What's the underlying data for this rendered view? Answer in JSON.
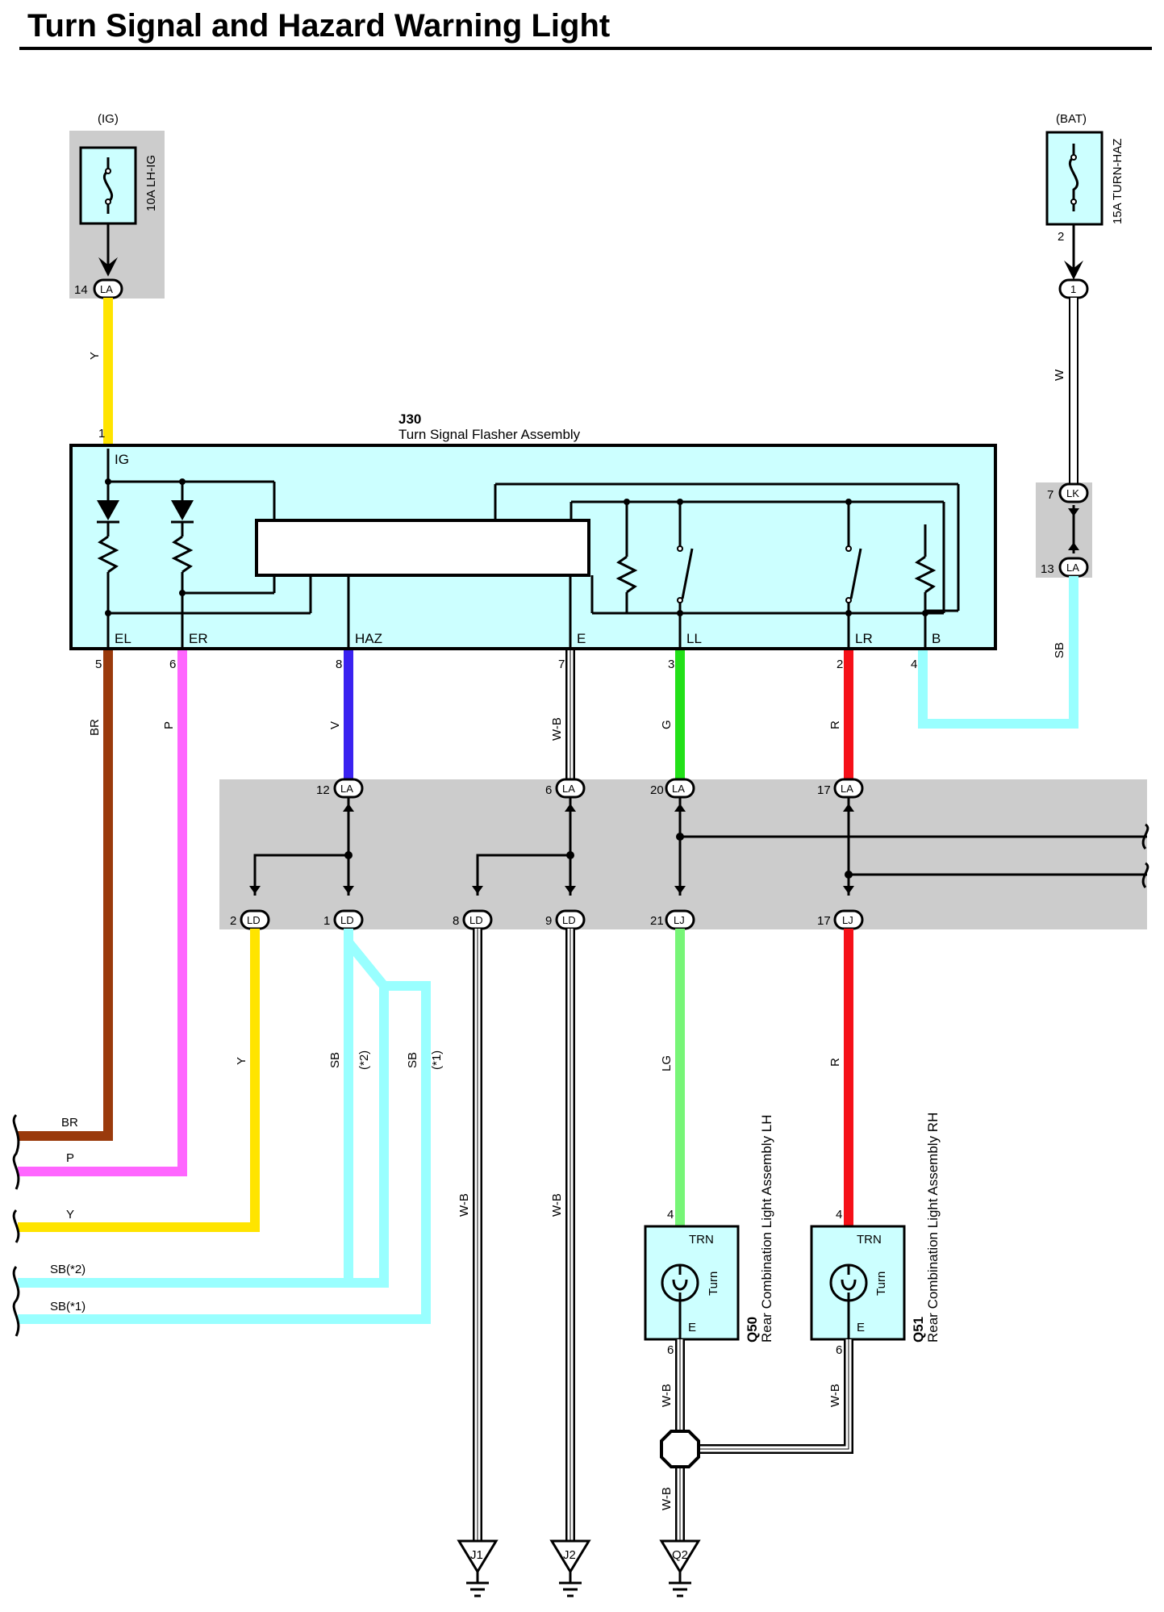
{
  "title": "Turn Signal and Hazard Warning Light",
  "colors": {
    "yellow": "#FFE400",
    "brown": "#9A3A0C",
    "pink": "#FF66FF",
    "blue": "#3A22F0",
    "green": "#22E018",
    "red": "#F51018",
    "sky": "#99FFFF",
    "light_green": "#77F577",
    "white": "#FFFFFF",
    "box_fill": "#CCFFFF",
    "shade": "#CCCCCC"
  },
  "power": {
    "ig": {
      "supply": "(IG)",
      "fuse": "10A LH-IG",
      "pin": "14",
      "conn": "LA",
      "wire": "Y"
    },
    "bat": {
      "supply": "(BAT)",
      "fuse": "15A TURN-HAZ",
      "fuse_pin": "2",
      "pin": "1",
      "wire": "W",
      "conn_a_pin": "7",
      "conn_a": "LK",
      "conn_b_pin": "13",
      "conn_b": "LA",
      "wire_b": "SB"
    }
  },
  "flasher": {
    "id": "J30",
    "name": "Turn Signal Flasher Assembly",
    "ig_pin": "1",
    "ig_label": "IG",
    "terminals": [
      {
        "label": "EL",
        "pin": "5",
        "wire": "BR"
      },
      {
        "label": "ER",
        "pin": "6",
        "wire": "P"
      },
      {
        "label": "HAZ",
        "pin": "8",
        "wire": "V"
      },
      {
        "label": "E",
        "pin": "7",
        "wire": "W-B"
      },
      {
        "label": "LL",
        "pin": "3",
        "wire": "G"
      },
      {
        "label": "LR",
        "pin": "2",
        "wire": "R"
      },
      {
        "label": "B",
        "pin": "4",
        "wire": ""
      }
    ]
  },
  "junction": {
    "top": [
      {
        "pin": "12",
        "conn": "LA"
      },
      {
        "pin": "6",
        "conn": "LA"
      },
      {
        "pin": "20",
        "conn": "LA"
      },
      {
        "pin": "17",
        "conn": "LA"
      }
    ],
    "bottom": [
      {
        "pin": "2",
        "conn": "LD"
      },
      {
        "pin": "1",
        "conn": "LD"
      },
      {
        "pin": "8",
        "conn": "LD"
      },
      {
        "pin": "9",
        "conn": "LD"
      },
      {
        "pin": "21",
        "conn": "LJ"
      },
      {
        "pin": "17",
        "conn": "LJ"
      }
    ]
  },
  "below_wires": {
    "y": "Y",
    "sb2": "SB",
    "sb2_note": "(*2)",
    "sb1": "SB",
    "sb1_note": "(*1)",
    "wb1": "W-B",
    "wb2": "W-B",
    "lg": "LG",
    "r": "R"
  },
  "left_exits": [
    {
      "label": "BR"
    },
    {
      "label": "P"
    },
    {
      "label": "Y"
    },
    {
      "label": "SB(*2)"
    },
    {
      "label": "SB(*1)"
    }
  ],
  "lamps": [
    {
      "id": "Q50",
      "name": "Rear Combination Light Assembly LH",
      "top_label": "TRN",
      "inner_label": "Turn",
      "e_label": "E",
      "pin_in": "4",
      "pin_out": "6",
      "wire": "W-B"
    },
    {
      "id": "Q51",
      "name": "Rear Combination Light Assembly RH",
      "top_label": "TRN",
      "inner_label": "Turn",
      "e_label": "E",
      "pin_in": "4",
      "pin_out": "6",
      "wire": "W-B"
    }
  ],
  "ground_wire": "W-B",
  "grounds": [
    {
      "label": "J1"
    },
    {
      "label": "J2"
    },
    {
      "label": "Q2"
    }
  ]
}
